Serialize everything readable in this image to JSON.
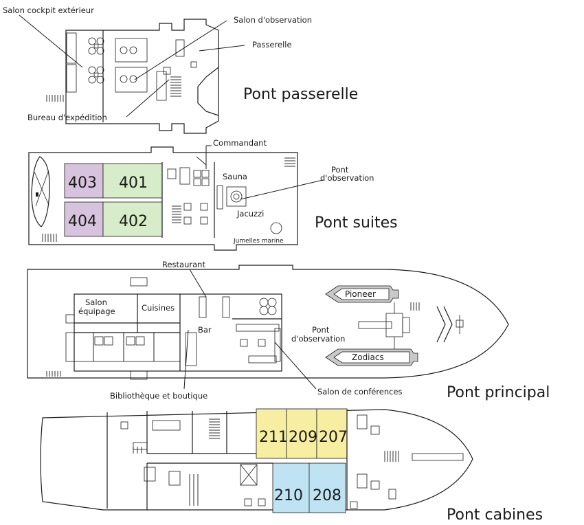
{
  "colors": {
    "suite_purple": "#d7c3dd",
    "suite_green": "#d7ecc8",
    "cabin_yellow": "#f8eea2",
    "cabin_blue": "#bfe3f2",
    "boat_grey": "#c9c9c9"
  },
  "decks": {
    "bridge": "Pont passerelle",
    "suites": "Pont suites",
    "main": "Pont principal",
    "cabins": "Pont cabines"
  },
  "labels": {
    "outdoor_cockpit": "Salon cockpit extérieur",
    "observation_lounge": "Salon d'observation",
    "bridge_room": "Passerelle",
    "expedition_office": "Bureau d'expédition",
    "commander": "Commandant",
    "sauna": "Sauna",
    "observation_deck_1": "Pont",
    "observation_deck_2": "d'observation",
    "jacuzzi": "Jacuzzi",
    "binoculars": "Jumelles marine",
    "restaurant": "Restaurant",
    "crew_lounge_1": "Salon",
    "crew_lounge_2": "équipage",
    "kitchens": "Cuisines",
    "bar": "Bar",
    "pioneer": "Pioneer",
    "zodiacs": "Zodiacs",
    "main_obs_1": "Pont",
    "main_obs_2": "d'observation",
    "library": "Bibliothèque et boutique",
    "conference": "Salon de conférences"
  },
  "suites": [
    "403",
    "401",
    "404",
    "402"
  ],
  "cabins_upper": [
    "211",
    "209",
    "207"
  ],
  "cabins_lower": [
    "210",
    "208"
  ]
}
